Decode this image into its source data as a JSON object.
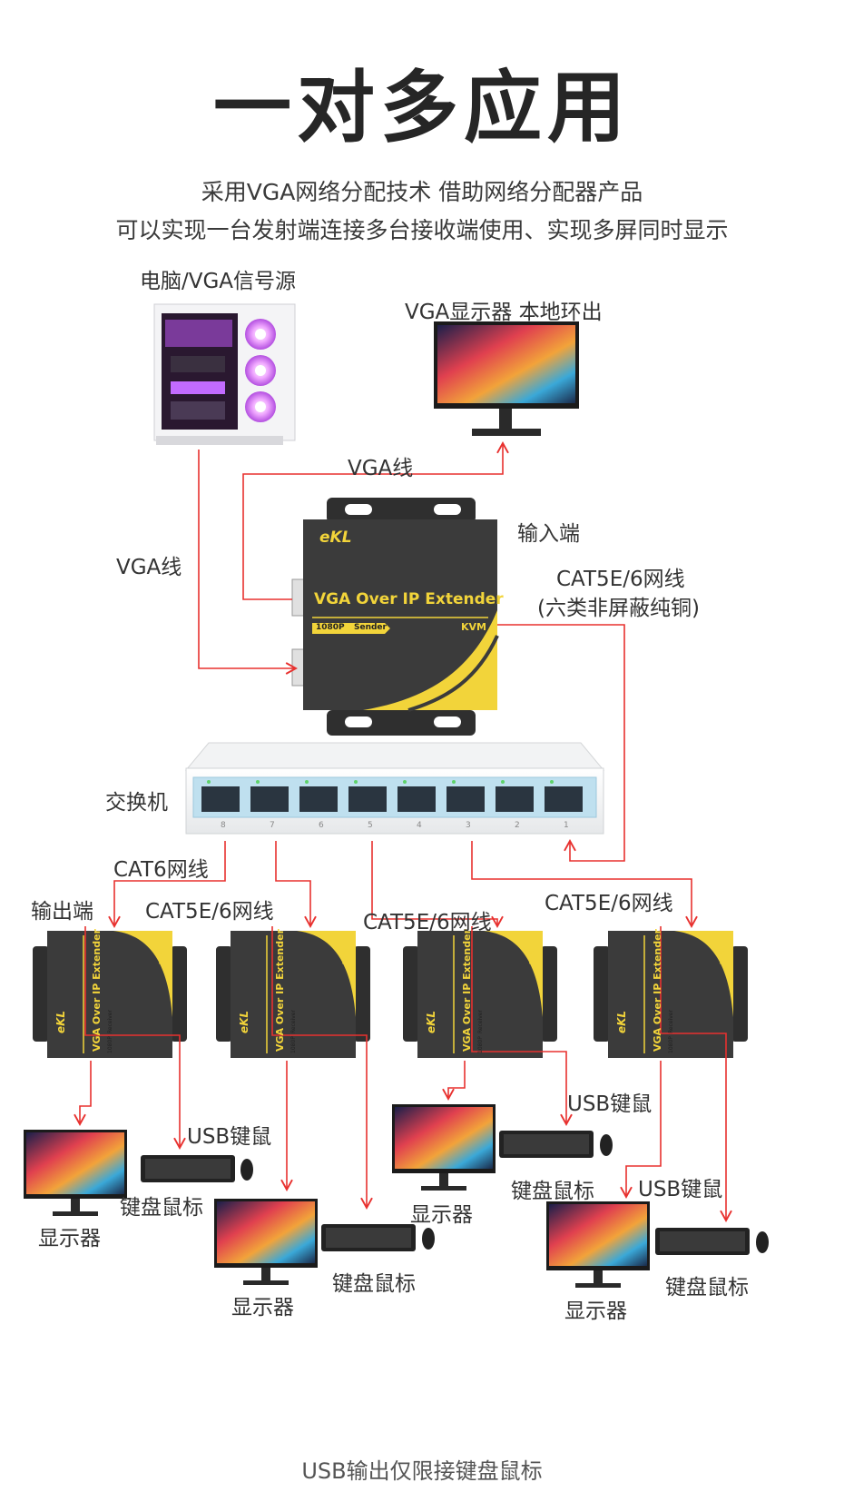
{
  "title": "一对多应用",
  "subtitle_line1": "采用VGA网络分配技术  借助网络分配器产品",
  "subtitle_line2": "可以实现一台发射端连接多台接收端使用、实现多屏同时显示",
  "labels": {
    "source": "电脑/VGA信号源",
    "local_monitor": "VGA显示器 本地环出",
    "vga_cable_top": "VGA线",
    "vga_cable_left": "VGA线",
    "input_end": "输入端",
    "cat_cable_top": "CAT5E/6网线",
    "cat_cable_note": "(六类非屏蔽纯铜)",
    "switch": "交换机",
    "cat6_cable": "CAT6网线",
    "output_end": "输出端",
    "cat_cable_2": "CAT5E/6网线",
    "cat_cable_3": "CAT5E/6网线",
    "cat_cable_4": "CAT5E/6网线",
    "usb_km_1": "USB键鼠",
    "usb_km_2": "USB键鼠",
    "usb_km_3": "USB键鼠",
    "monitor_1": "显示器",
    "monitor_2": "显示器",
    "monitor_3": "显示器",
    "monitor_4": "显示器",
    "km_1": "键盘鼠标",
    "km_2": "键盘鼠标",
    "km_3": "键盘鼠标",
    "km_4": "键盘鼠标"
  },
  "sender": {
    "brand": "eKL",
    "model": "VGA Over IP Extender",
    "resolution": "1080P",
    "role": "Sender",
    "kvm": "KVM"
  },
  "receiver": {
    "brand": "eKL",
    "model": "VGA Over IP Extender",
    "kvm": "KVM",
    "resolution": "1080P",
    "role": "Receiver"
  },
  "switch_ports": [
    "8",
    "7",
    "6",
    "5",
    "4",
    "3",
    "2",
    "1"
  ],
  "footer": "USB输出仅限接键盘鼠标",
  "colors": {
    "arrow": "#e8312f",
    "device_body": "#3a3a3a",
    "accent_yellow": "#f2d43a",
    "switch_blue": "#bfe0ef"
  }
}
